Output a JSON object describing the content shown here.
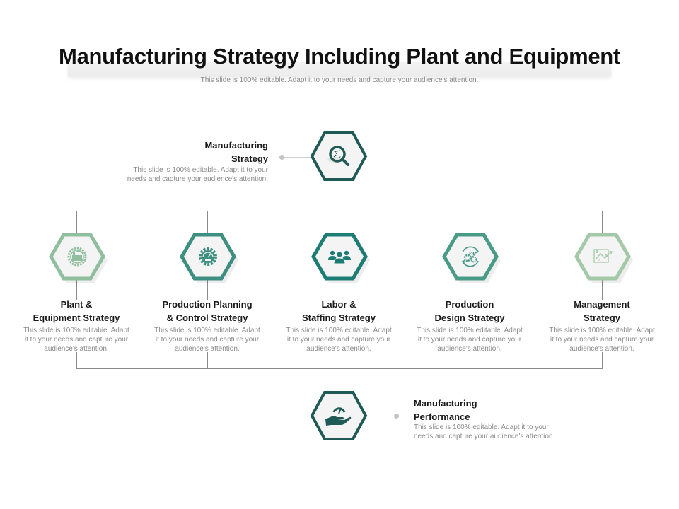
{
  "header": {
    "title": "Manufacturing Strategy Including Plant and Equipment",
    "subtitle": "This slide is 100% editable.  Adapt it to your needs and capture your audience's attention."
  },
  "colors": {
    "dark_teal": "#1f5a56",
    "light_green": "#8fbf9f",
    "teal": "#3e8f82",
    "deep_teal": "#1d7d75",
    "mid_teal": "#4a9a88",
    "pale_green": "#a3c9a8",
    "connector": "#8a8a8a"
  },
  "top_node": {
    "title_line1": "Manufacturing",
    "title_line2": "Strategy",
    "desc_line1": "This slide is 100% editable.  Adapt it to your",
    "desc_line2": "needs and capture your audience's attention.",
    "icon": "magnifier-strategy-icon"
  },
  "nodes": [
    {
      "title_line1": "Plant &",
      "title_line2": "Equipment Strategy",
      "desc_line1": "This slide is 100% editable.  Adapt",
      "desc_line2": "it to your needs and capture your",
      "desc_line3": "audience's attention.",
      "icon": "factory-gear-icon"
    },
    {
      "title_line1": "Production Planning",
      "title_line2": "& Control Strategy",
      "desc_line1": "This slide is 100% editable.  Adapt",
      "desc_line2": "it to your needs and capture your",
      "desc_line3": "audience's attention.",
      "icon": "gear-gauge-icon"
    },
    {
      "title_line1": "Labor &",
      "title_line2": "Staffing Strategy",
      "desc_line1": "This slide is 100% editable.  Adapt",
      "desc_line2": "it to your needs and capture your",
      "desc_line3": "audience's attention.",
      "icon": "team-icon"
    },
    {
      "title_line1": "Production",
      "title_line2": "Design Strategy",
      "desc_line1": "This slide is 100% editable.  Adapt",
      "desc_line2": "it to your needs and capture your",
      "desc_line3": "audience's attention.",
      "icon": "gears-cycle-icon"
    },
    {
      "title_line1": "Management",
      "title_line2": "Strategy",
      "desc_line1": "This slide is 100% editable.  Adapt",
      "desc_line2": "it to your needs and capture your",
      "desc_line3": "audience's attention.",
      "icon": "strategy-board-icon"
    }
  ],
  "bottom_node": {
    "title_line1": "Manufacturing",
    "title_line2": "Performance",
    "desc_line1": "This slide is 100% editable.  Adapt it to your",
    "desc_line2": "needs and capture your audience's attention.",
    "icon": "hand-gauge-icon"
  }
}
